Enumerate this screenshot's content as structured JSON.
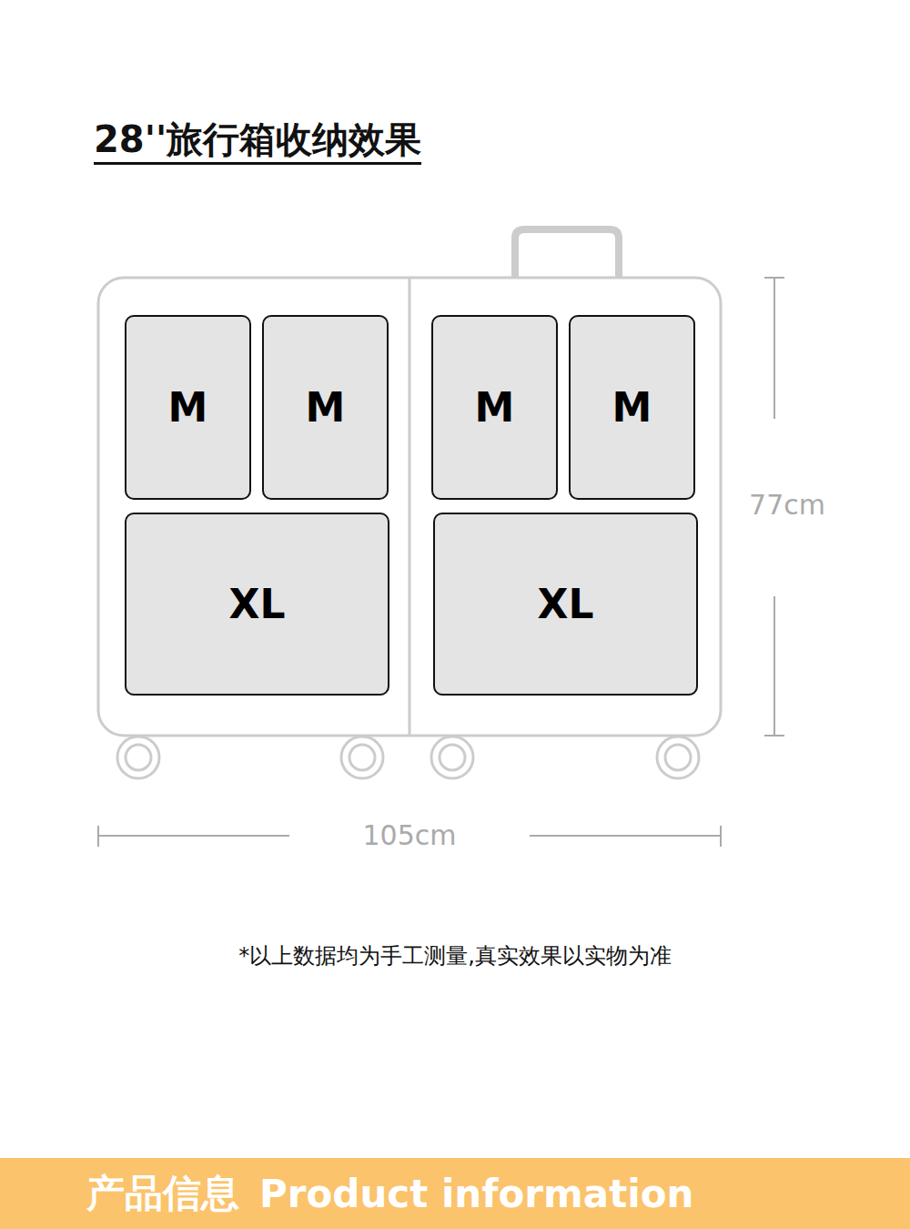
{
  "diagram": {
    "title": "28''旅行箱收纳效果",
    "nodes": [
      {
        "text": [
          "M"
        ]
      },
      {
        "text": [
          "M"
        ]
      },
      {
        "text": [
          "M"
        ]
      },
      {
        "text": [
          "M"
        ]
      },
      {
        "text": [
          "XL"
        ]
      },
      {
        "text": [
          "XL"
        ]
      },
      {
        "text": [
          "产品信息",
          "Product information"
        ]
      }
    ],
    "labels": [
      "77cm",
      "105cm",
      "*以上数据均为手工测量,真实效果以实物为准"
    ]
  }
}
